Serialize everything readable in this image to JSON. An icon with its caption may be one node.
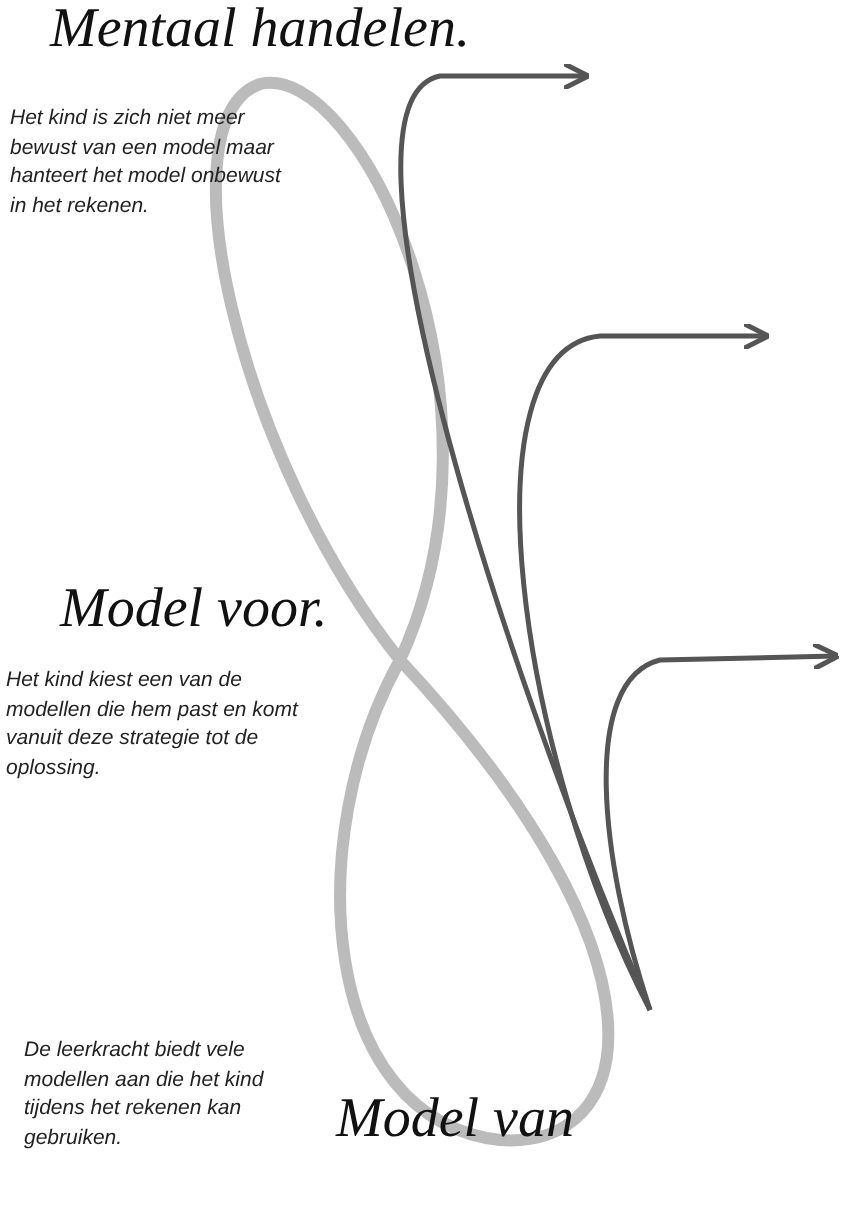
{
  "diagram": {
    "labels": [
      "Mentaal handelen.",
      "Het kind is zich niet meer bewust van een model maar hanteert het model onbewust in het rekenen.",
      "Model voor.",
      "Het kind kiest een van de modellen die hem past en komt vanuit deze strategie tot de oplossing.",
      "De leerkracht biedt vele modellen aan die het kind tijdens het rekenen kan gebruiken.",
      "Model van"
    ]
  }
}
